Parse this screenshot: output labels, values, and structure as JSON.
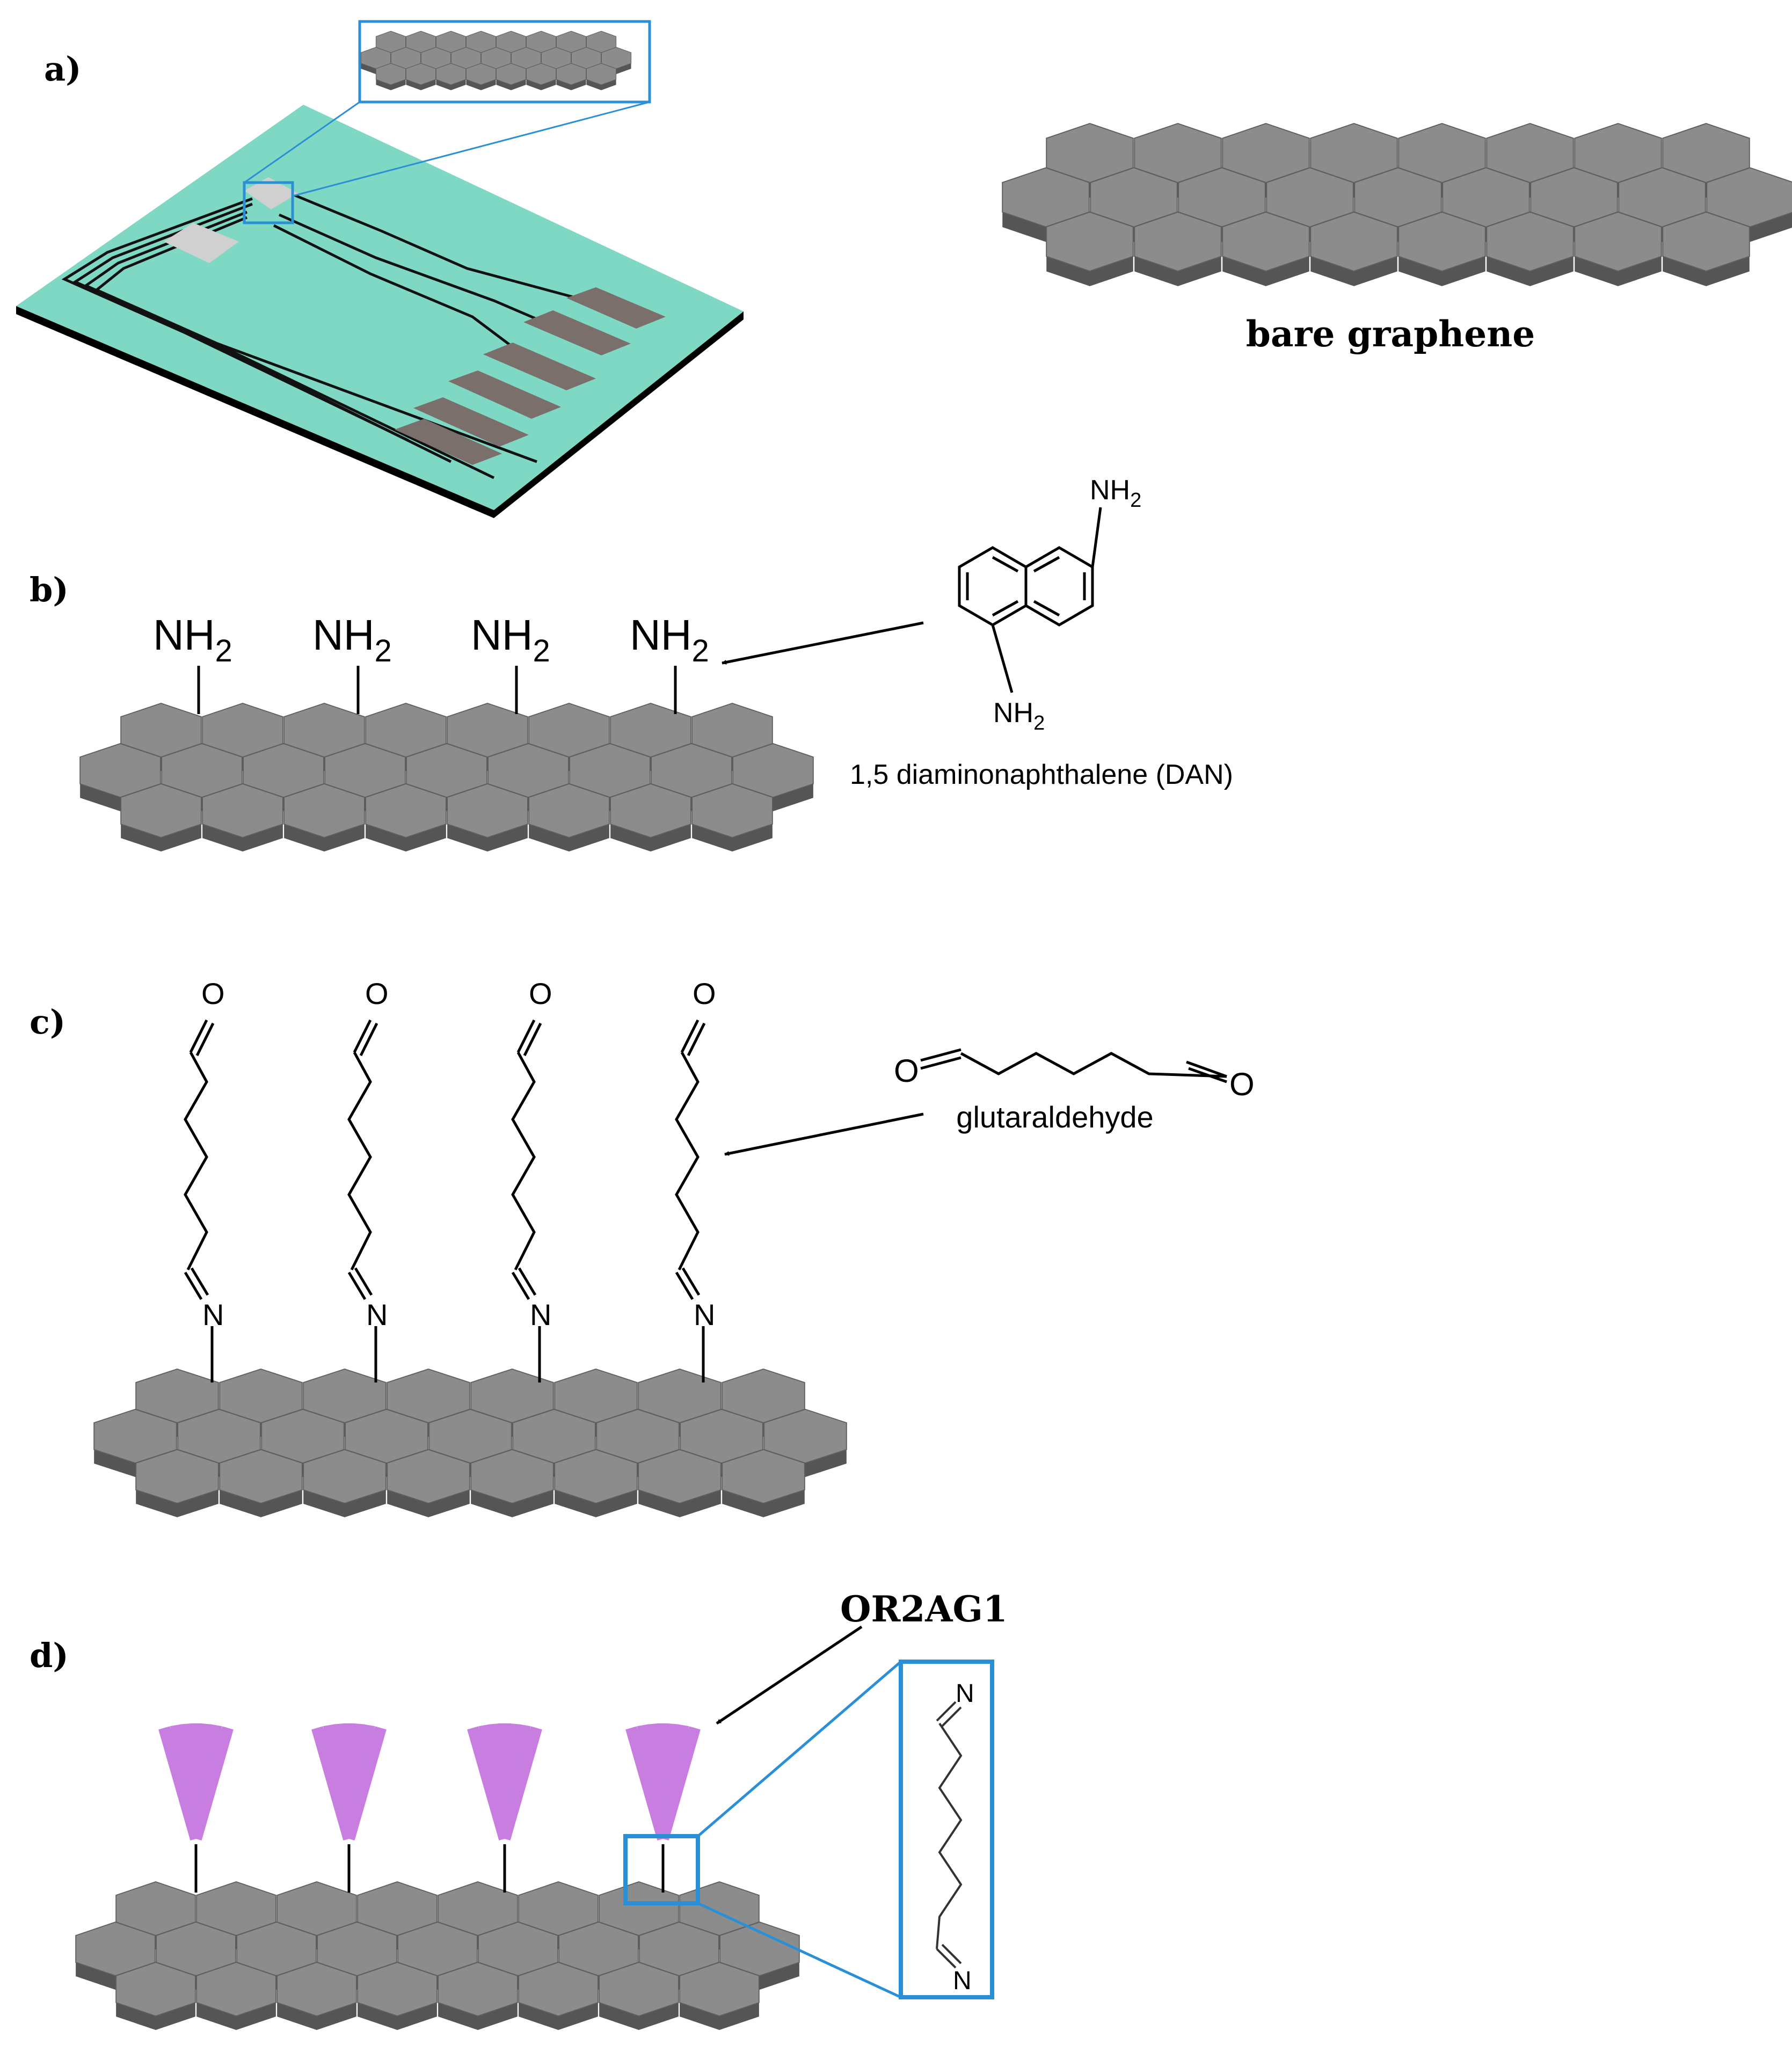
{
  "panels": {
    "a": {
      "label": "a)"
    },
    "b": {
      "label": "b)"
    },
    "c": {
      "label": "c)"
    },
    "d": {
      "label": "d)"
    }
  },
  "captions": {
    "bare_graphene": "bare graphene",
    "dan_name": "1,5 diaminonaphthalene (DAN)",
    "glutaraldehyde_name": "glutaraldehyde",
    "protein_name": "OR2AG1"
  },
  "chem_labels": {
    "nh2": "NH",
    "nh2_sub": "2",
    "oxygen": "O",
    "nitrogen": "N"
  },
  "colors": {
    "substrate": "#7fd8c4",
    "hex_top": "#8c8c8c",
    "hex_side": "#555555",
    "hex_edge": "#5f5f5f",
    "electrode_pad": "#7b6f6c",
    "graphene_channel": "#c9c9c9",
    "highlight_box": "#2b8fd6",
    "receptor": "#c77ee0"
  }
}
